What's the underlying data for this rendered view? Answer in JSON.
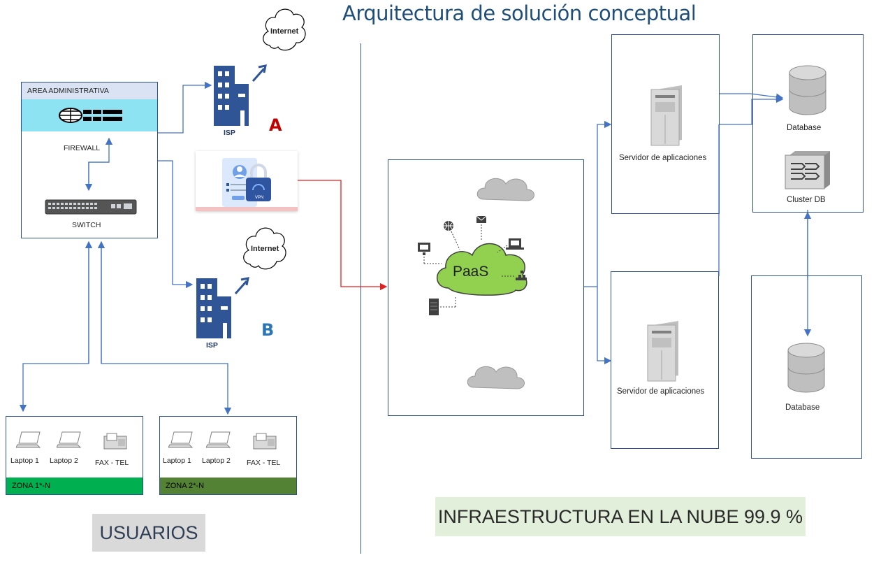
{
  "title": "Arquitectura de solución conceptual",
  "admin": {
    "area_label": "AREA ADMINISTRATIVA",
    "firewall_label": "FIREWALL",
    "switch_label": "SWITCH"
  },
  "isp": {
    "a": {
      "label": "ISP",
      "letter": "A",
      "internet": "Internet"
    },
    "b": {
      "label": "ISP",
      "letter": "B",
      "internet": "Internet"
    }
  },
  "vpn": {
    "badge": "VPN"
  },
  "paas": {
    "label": "PaaS"
  },
  "servers": {
    "top": "Servidor de aplicaciones",
    "bottom": "Servidor de aplicaciones"
  },
  "db": {
    "top": "Database",
    "cluster": "Cluster DB",
    "bottom": "Database"
  },
  "zones": {
    "zone1": {
      "laptop1": "Laptop 1",
      "laptop2": "Laptop 2",
      "fax": "FAX - TEL",
      "bar": "ZONA 1*-N",
      "bar_color": "#00b050"
    },
    "zone2": {
      "laptop1": "Laptop 1",
      "laptop2": "Laptop 2",
      "fax": "FAX - TEL",
      "bar": "ZONA 2*-N",
      "bar_color": "#548235"
    }
  },
  "footer": {
    "usuarios": "USUARIOS",
    "infra": "INFRAESTRUCTURA EN LA NUBE  99.9 %"
  },
  "colors": {
    "line": "#4472c4",
    "vpn_line": "#e02020",
    "divider": "#2f5597",
    "firewall_bg": "#8de3f1"
  }
}
